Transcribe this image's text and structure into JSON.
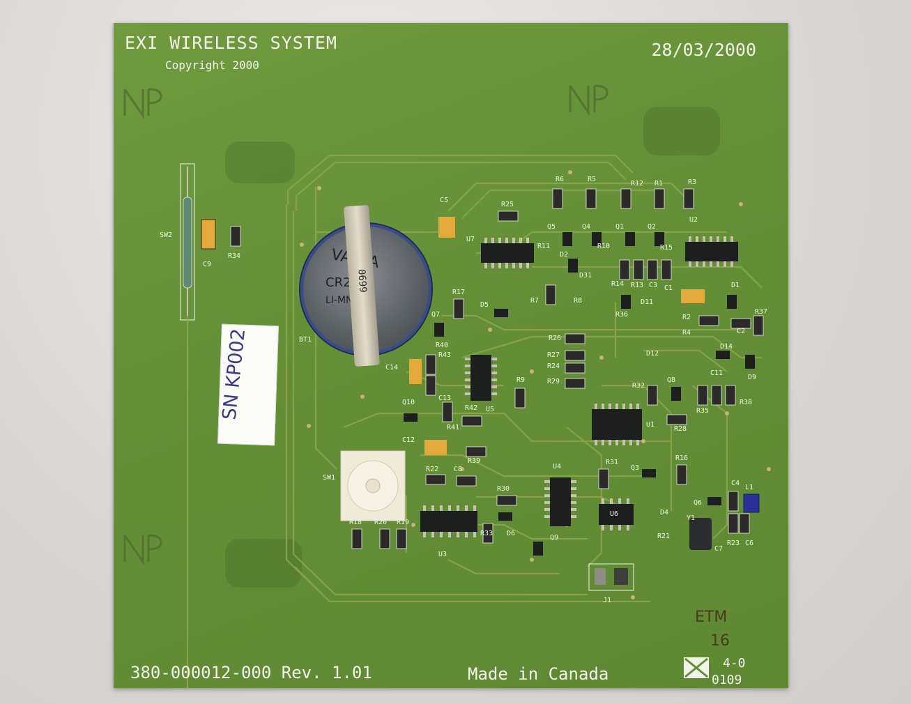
{
  "board": {
    "title": "EXI WIRELESS SYSTEM",
    "copyright": "Copyright 2000",
    "date": "28/03/2000",
    "part_number": "380-000012-000 Rev. 1.01",
    "made_in": "Made in Canada",
    "code_line1": "4-0",
    "code_line2": "0109",
    "etm_line1": "ETM",
    "etm_line2": "16"
  },
  "sticker": {
    "text": "SN KP002"
  },
  "battery": {
    "brand": "VARTA",
    "model": "CR2032",
    "type": "LI-MN 3V",
    "tab_code": "0699"
  },
  "components": [
    "SW2",
    "C9",
    "R34",
    "BT1",
    "C5",
    "R25",
    "U7",
    "R6",
    "R5",
    "R12",
    "R1",
    "R3",
    "U2",
    "Q5",
    "Q4",
    "Q1",
    "Q2",
    "R11",
    "R10",
    "R15",
    "D2",
    "D31",
    "R8",
    "R14",
    "R13",
    "C3",
    "C1",
    "D1",
    "R7",
    "R17",
    "D5",
    "D11",
    "R36",
    "R37",
    "R2",
    "R4",
    "C2",
    "Q7",
    "R40",
    "R26",
    "R27",
    "R24",
    "R29",
    "D12",
    "D14",
    "C14",
    "R43",
    "U5",
    "R9",
    "C11",
    "D9",
    "C13",
    "R32",
    "Q8",
    "R38",
    "Q10",
    "R42",
    "U1",
    "R35",
    "R41",
    "R28",
    "C12",
    "R39",
    "R31",
    "Q3",
    "R16",
    "SW1",
    "R22",
    "C8",
    "U4",
    "C4",
    "L1",
    "R30",
    "Q6",
    "U6",
    "D4",
    "Y1",
    "R18",
    "R20",
    "R19",
    "U3",
    "R33",
    "D6",
    "Q9",
    "R21",
    "R23",
    "C6",
    "C7",
    "J1"
  ],
  "colors": {
    "pcb": "#658f37",
    "silkscreen": "#f2f4ea",
    "trace": "#8ea44a",
    "pad": "#c7b27a"
  }
}
